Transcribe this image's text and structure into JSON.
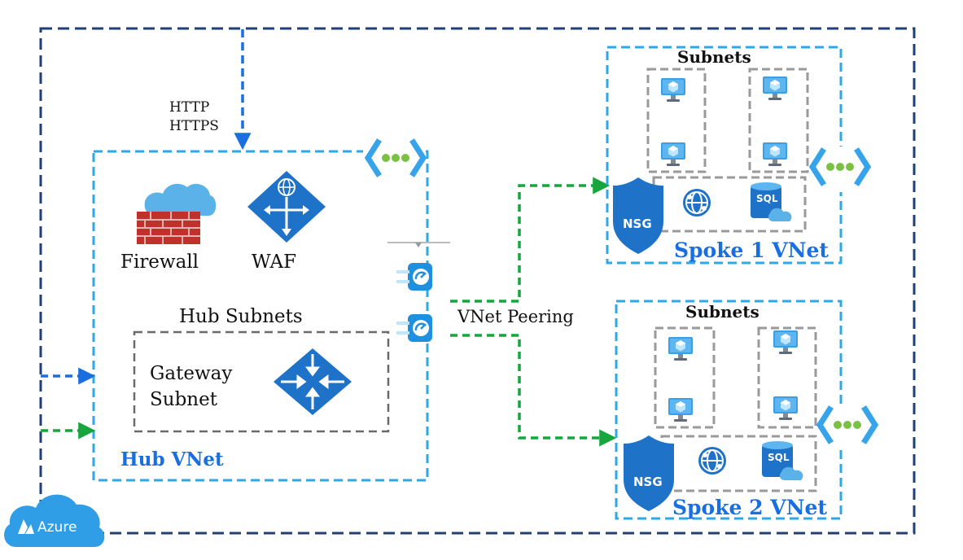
{
  "labels": {
    "http": "HTTP",
    "https": "HTTPS",
    "firewall": "Firewall",
    "waf": "WAF",
    "hub_subnets": "Hub Subnets",
    "gateway": "Gateway",
    "subnet": "Subnet",
    "hub_vnet": "Hub VNet",
    "vnet_peering": "VNet Peering",
    "spoke1_subnets": "Subnets",
    "spoke2_subnets": "Subnets",
    "spoke1_vnet": "Spoke 1 VNet",
    "spoke2_vnet": "Spoke 2 VNet",
    "nsg1": "NSG",
    "nsg2": "NSG",
    "sql1": "SQL",
    "sql2": "SQL",
    "azure": "Azure"
  },
  "colors": {
    "outer_border": "#1f3f7a",
    "vnet_border": "#2fa8e8",
    "subnet_border": "#9a9a9a",
    "http_arrow": "#1a6fe0",
    "peering_arrow": "#17a53e",
    "icon_blue": "#1e73c8",
    "label_blue": "#1a6fe0"
  },
  "icons": [
    "firewall-icon",
    "waf-icon",
    "gateway-router-icon",
    "vnet-icon",
    "peering-plug-icon",
    "vm-icon",
    "nsg-shield-icon",
    "network-globe-icon",
    "sql-database-icon",
    "azure-cloud-icon"
  ]
}
